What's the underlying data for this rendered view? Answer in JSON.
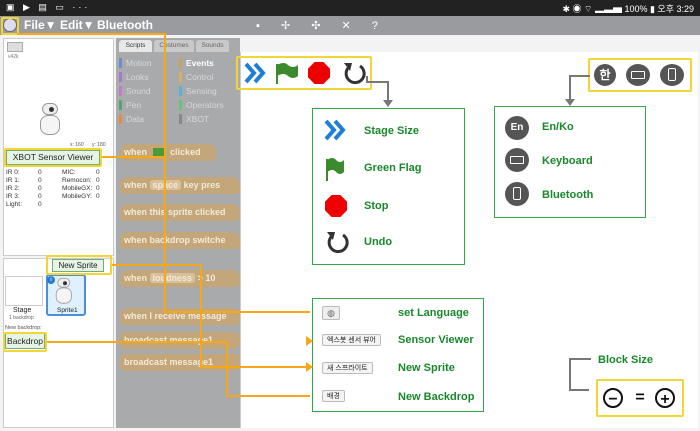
{
  "statusbar": {
    "left_icons": "▣ ▶ ▤ ▭ ···",
    "right": "✱ ◉ ⌔ ▂▃▅ 100% ▮ 오후 3:29"
  },
  "menu": {
    "file": "File▼",
    "edit": "Edit▼",
    "bluetooth": "Bluetooth"
  },
  "toolbar": {
    "icons": "▪ ✢ ✣ ✕ ?"
  },
  "stage": {
    "coord_label": "v42k",
    "xy": {
      "x": "x: 160",
      "y": "y: 180"
    },
    "sensor_viewer_label": "XBOT Sensor Viewer",
    "sensors_left": [
      "IR 0:",
      "IR 1:",
      "IR 2:",
      "IR 3:",
      "Light:"
    ],
    "sensors_left_values": [
      "0",
      "0",
      "0",
      "0",
      "0"
    ],
    "sensors_right": [
      "MIC:",
      "Remocon:",
      "MobileGX:",
      "MobileGY:"
    ],
    "sensors_right_values": [
      "0",
      "0",
      "0",
      "0"
    ]
  },
  "sprites": {
    "new_sprite_label": "New Sprite",
    "stage_label": "Stage",
    "stage_sub": "1 backdrop",
    "sprite1_label": "Sprite1",
    "sprite1_badge": "i",
    "new_backdrop_caption": "New backdrop:",
    "backdrop_label": "Backdrop"
  },
  "palette": {
    "tabs": [
      "Scripts",
      "Costumes",
      "Sounds"
    ],
    "cats_left": [
      "Motion",
      "Looks",
      "Sound",
      "Pen",
      "Data"
    ],
    "cats_right": [
      "Events",
      "Control",
      "Sensing",
      "Operators",
      "XBOT"
    ],
    "blocks": {
      "when_flag": {
        "prefix": "when",
        "suffix": "clicked"
      },
      "when_key": {
        "prefix": "when",
        "key": "space",
        "suffix": "key pres"
      },
      "sprite_clicked": "when this sprite clicked",
      "backdrop_switches": "when backdrop switche",
      "loudness": {
        "prefix": "when",
        "sensor": "loudness",
        "suffix": "> 10"
      },
      "receive": "when I receive message",
      "broadcast": "broadcast message1",
      "broadcast_wait": "broadcast message1"
    }
  },
  "legend": {
    "stage_size": "Stage Size",
    "green_flag": "Green Flag",
    "stop": "Stop",
    "undo": "Undo",
    "en_ko": "En/Ko",
    "keyboard": "Keyboard",
    "bluetooth": "Bluetooth",
    "set_language": "set Language",
    "sensor_viewer": "Sensor Viewer",
    "new_sprite": "New Sprite",
    "new_backdrop": "New Backdrop",
    "block_size": "Block Size"
  },
  "legend_buttons": {
    "sensor_viewer_kr": "엑스봇 센서 뷰어",
    "new_sprite_kr": "새 스프라이트",
    "new_backdrop_kr": "배경"
  },
  "icons": {
    "en_glyph": "En",
    "han_glyph": "한"
  },
  "zoom": {
    "minus": "−",
    "equal": "=",
    "plus": "+"
  }
}
